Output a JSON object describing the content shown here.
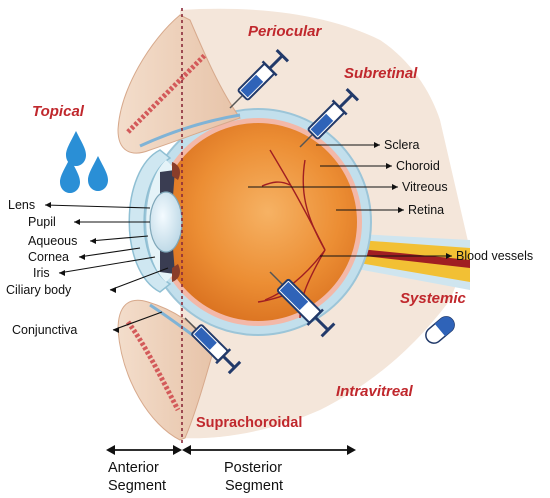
{
  "routes": {
    "topical": "Topical",
    "periocular": "Periocular",
    "subretinal": "Subretinal",
    "systemic": "Systemic",
    "intravitreal": "Intravitreal",
    "suprachoroidal": "Suprachoroidal"
  },
  "structures": {
    "lens": "Lens",
    "pupil": "Pupil",
    "aqueous": "Aqueous",
    "cornea": "Cornea",
    "iris": "Iris",
    "ciliary_body": "Ciliary body",
    "conjunctiva": "Conjunctiva",
    "sclera": "Sclera",
    "choroid": "Choroid",
    "vitreous": "Vitreous",
    "retina": "Retina",
    "blood_vessels": "Blood vessels"
  },
  "segments": {
    "anterior_line1": "Anterior",
    "anterior_line2": "Segment",
    "posterior_line1": "Posterior",
    "posterior_line2": "Segment"
  },
  "colors": {
    "route_label": "#c0282d",
    "eye_orange": "#e9892f",
    "sclera_blue": "#b9dbea",
    "syringe_blue": "#2f63b8",
    "drop_blue": "#2a8fd6",
    "skin": "#efd3bd",
    "optic_nerve_yellow": "#f2c034",
    "vessel_red": "#a01e22"
  }
}
